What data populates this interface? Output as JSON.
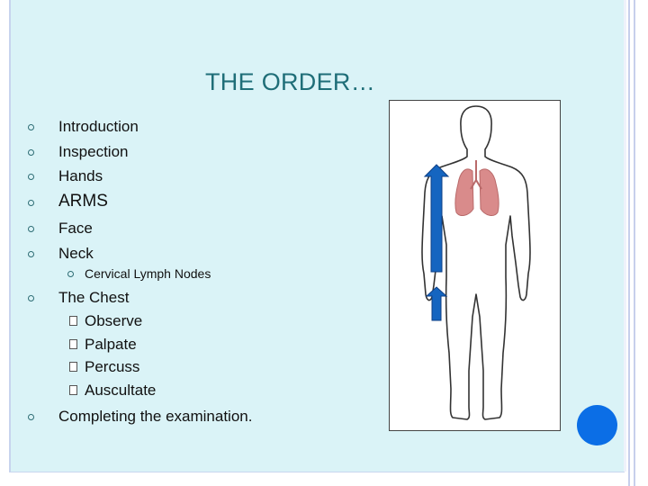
{
  "slide": {
    "title": "THE ORDER…",
    "items": [
      {
        "text": "Introduction"
      },
      {
        "text": "Inspection"
      },
      {
        "text": "Hands"
      },
      {
        "text": "ARMS"
      },
      {
        "text": "Face"
      },
      {
        "text": "Neck"
      },
      {
        "text": "Cervical Lymph Nodes"
      },
      {
        "text": "The Chest"
      },
      {
        "text": "Observe"
      },
      {
        "text": "Palpate"
      },
      {
        "text": "Percuss"
      },
      {
        "text": "Auscultate"
      },
      {
        "text": "Completing the examination."
      }
    ],
    "colors": {
      "background": "#daf3f7",
      "title": "#1f6e78",
      "arrow_fill": "#1565c0",
      "dot": "#0b6ee6",
      "lungs": "#d98b8b"
    },
    "icons": [
      "ring-bullet-icon",
      "checkbox-bullet-icon",
      "human-body-outline",
      "lungs-icon",
      "up-arrow-icon"
    ]
  }
}
